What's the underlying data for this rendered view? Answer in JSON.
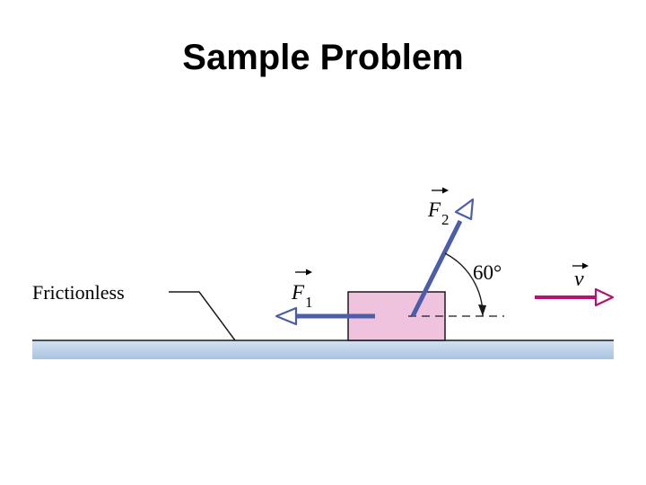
{
  "slide": {
    "title": "Sample Problem"
  },
  "diagram": {
    "surface_label": "Frictionless",
    "force1_symbol": "F",
    "force1_subscript": "1",
    "force2_symbol": "F",
    "force2_subscript": "2",
    "angle_label": "60°",
    "velocity_symbol": "v",
    "colors": {
      "force_arrow": "#4d5ea8",
      "velocity_arrow": "#b5146e",
      "block_fill": "#efc3de",
      "surface_fill": "#b7cee6"
    }
  }
}
